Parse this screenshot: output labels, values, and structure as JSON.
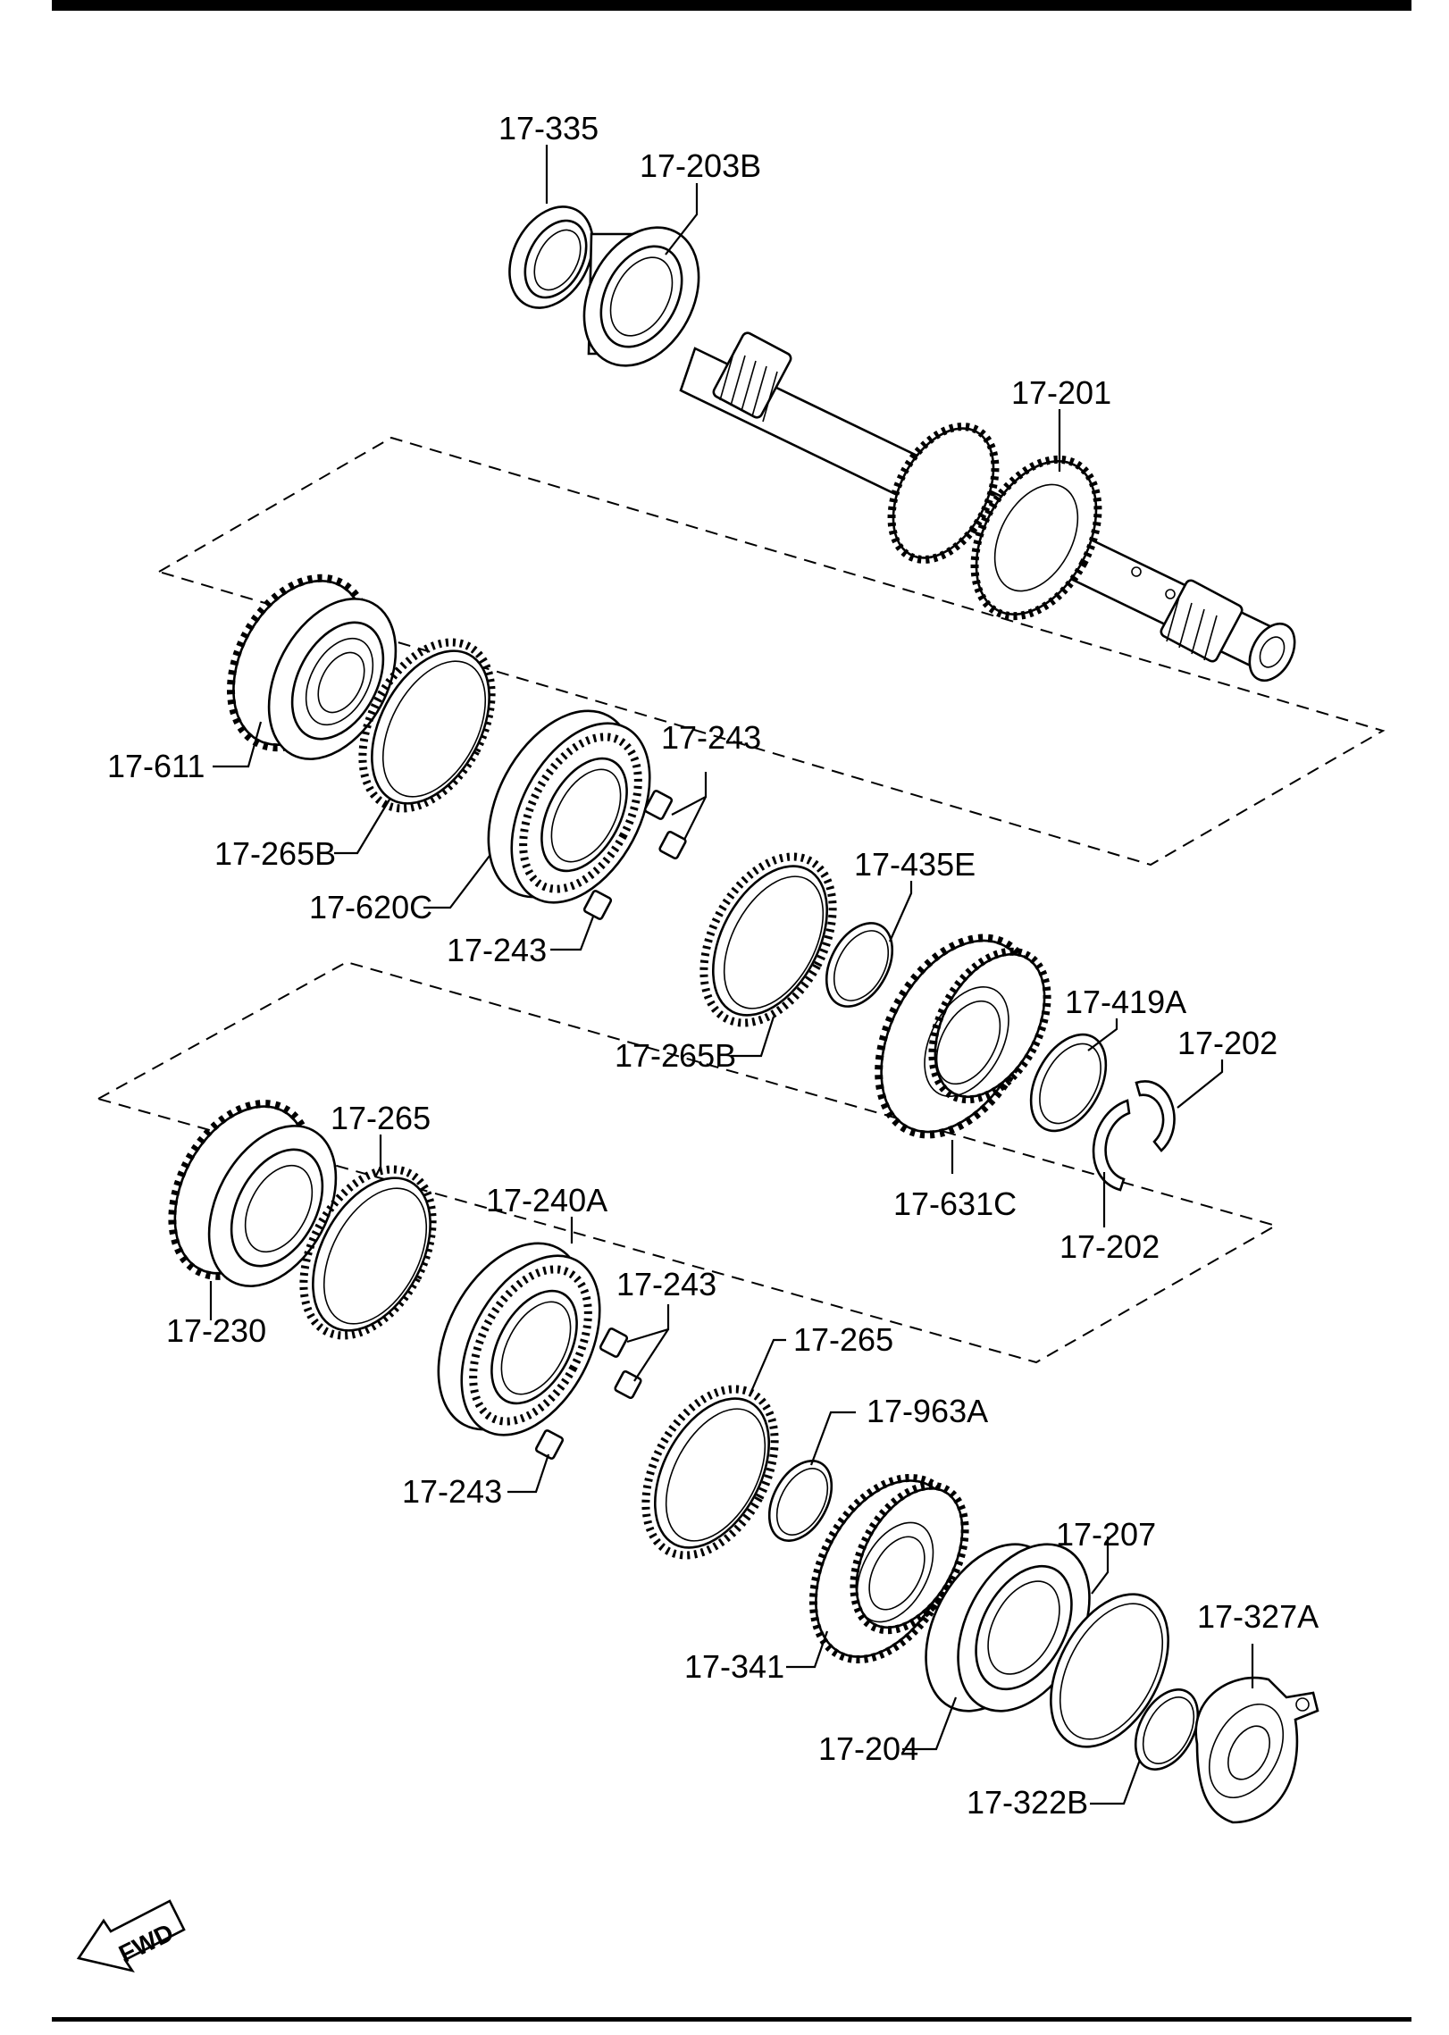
{
  "diagram": {
    "fwd_label": "FWD",
    "labels": [
      {
        "id": "17-335",
        "text": "17-335"
      },
      {
        "id": "17-203B",
        "text": "17-203B"
      },
      {
        "id": "17-201",
        "text": "17-201"
      },
      {
        "id": "17-611",
        "text": "17-611"
      },
      {
        "id": "17-265B-a",
        "text": "17-265B"
      },
      {
        "id": "17-620C",
        "text": "17-620C"
      },
      {
        "id": "17-243-a",
        "text": "17-243"
      },
      {
        "id": "17-243-b",
        "text": "17-243"
      },
      {
        "id": "17-435E",
        "text": "17-435E"
      },
      {
        "id": "17-419A",
        "text": "17-419A"
      },
      {
        "id": "17-202-a",
        "text": "17-202"
      },
      {
        "id": "17-265B-b",
        "text": "17-265B"
      },
      {
        "id": "17-631C",
        "text": "17-631C"
      },
      {
        "id": "17-202-b",
        "text": "17-202"
      },
      {
        "id": "17-265-a",
        "text": "17-265"
      },
      {
        "id": "17-240A",
        "text": "17-240A"
      },
      {
        "id": "17-230",
        "text": "17-230"
      },
      {
        "id": "17-243-c",
        "text": "17-243"
      },
      {
        "id": "17-265-b",
        "text": "17-265"
      },
      {
        "id": "17-963A",
        "text": "17-963A"
      },
      {
        "id": "17-243-d",
        "text": "17-243"
      },
      {
        "id": "17-207",
        "text": "17-207"
      },
      {
        "id": "17-327A",
        "text": "17-327A"
      },
      {
        "id": "17-341",
        "text": "17-341"
      },
      {
        "id": "17-204",
        "text": "17-204"
      },
      {
        "id": "17-322B",
        "text": "17-322B"
      }
    ]
  }
}
